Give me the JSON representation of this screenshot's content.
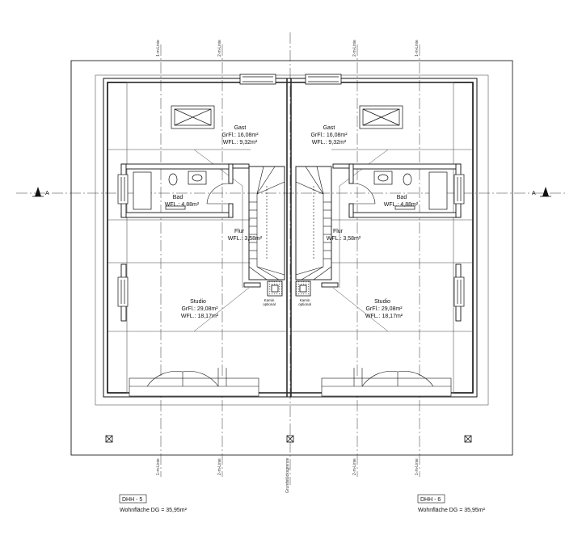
{
  "units": [
    {
      "tag": "DHH - 5",
      "living_area": "Wohnfläche DG = 35,95m²",
      "rooms": {
        "gast": {
          "name": "Gast",
          "grfl": "GrFl.: 16,08m²",
          "wfl": "WFL.: 9,32m²"
        },
        "bad": {
          "name": "Bad",
          "wfl": "WFL.: 4,88m²"
        },
        "flur": {
          "name": "Flur",
          "wfl": "WFL.: 3,58m²"
        },
        "studio": {
          "name": "Studio",
          "grfl": "GrFl.: 29,08m²",
          "wfl": "WFL.: 18,17m²"
        }
      },
      "kamin": {
        "line1": "Kamin",
        "line2": "optional"
      }
    },
    {
      "tag": "DHH - 6",
      "living_area": "Wohnfläche DG = 35,95m²",
      "rooms": {
        "gast": {
          "name": "Gast",
          "grfl": "GrFl.: 16,08m²",
          "wfl": "WFL.: 9,32m²"
        },
        "bad": {
          "name": "Bad",
          "wfl": "WFL.: 4,88m²"
        },
        "flur": {
          "name": "Flur",
          "wfl": "WFL.: 3,58m²"
        },
        "studio": {
          "name": "Studio",
          "grfl": "GrFl.: 29,08m²",
          "wfl": "WFL.: 18,17m²"
        }
      },
      "kamin": {
        "line1": "Kamin",
        "line2": "optional"
      }
    }
  ],
  "axes": {
    "axis_1": "1-m-Linie",
    "axis_2": "2-m-Linie",
    "boundary": "Grundstücksgrenze"
  },
  "section_marker": {
    "letter": "A"
  }
}
